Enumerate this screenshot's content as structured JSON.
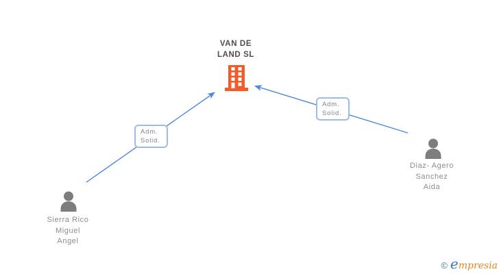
{
  "company": {
    "name_lines": [
      "VAN DE",
      "LAND SL"
    ],
    "icon": "building-icon",
    "icon_color": "#f25c2b"
  },
  "edges": [
    {
      "from": "Sierra Rico Miguel Angel",
      "to": "VAN DE LAND SL",
      "label_lines": [
        "Adm.",
        "Solid."
      ]
    },
    {
      "from": "Diaz- Agero Sanchez Aida",
      "to": "VAN DE LAND SL",
      "label_lines": [
        "Adm.",
        "Solid."
      ]
    }
  ],
  "people": [
    {
      "name_lines": [
        "Sierra Rico",
        "Miguel",
        "Angel"
      ],
      "icon": "person-icon"
    },
    {
      "name_lines": [
        "Diaz- Agero",
        "Sanchez",
        "Aida"
      ],
      "icon": "person-icon"
    }
  ],
  "logo": {
    "copyright_symbol": "©",
    "brand_initial": "e",
    "brand_rest": "mpresia"
  },
  "colors": {
    "edge_blue": "#4d86e0",
    "edge_label_border": "#9dbbe8",
    "building_orange": "#f25c2b",
    "person_gray": "#7d7d7d",
    "title_gray": "#4d4d4d",
    "name_gray": "#8c8c8c"
  }
}
